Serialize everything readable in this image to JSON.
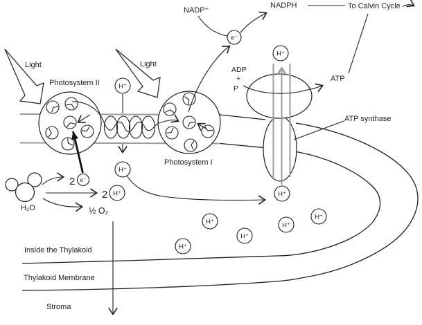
{
  "title": "Light reactions of photosynthesis — thylakoid membrane diagram",
  "colors": {
    "line": "#1c1c1c",
    "membrane_gray": "#9c9c9c",
    "background": "#ffffff"
  },
  "labels": {
    "nadp": "NADP⁺",
    "nadph": "NADPH",
    "to_calvin_cycle": "To Calvin Cycle",
    "light": "Light",
    "photosystem_2": "Photosystem II",
    "photosystem_1": "Photosystem I",
    "adp": "ADP",
    "plus": "+",
    "phosphate": "P",
    "atp": "ATP",
    "atp_synthase": "ATP synthase",
    "electron": "e⁻",
    "proton": "H⁺",
    "two": "2",
    "half_o2": "½ O₂",
    "h2o": "H₂O",
    "inside_thylakoid": "Inside the Thylakoid",
    "thylakoid_membrane": "Thylakoid Membrane",
    "stroma": "Stroma"
  }
}
